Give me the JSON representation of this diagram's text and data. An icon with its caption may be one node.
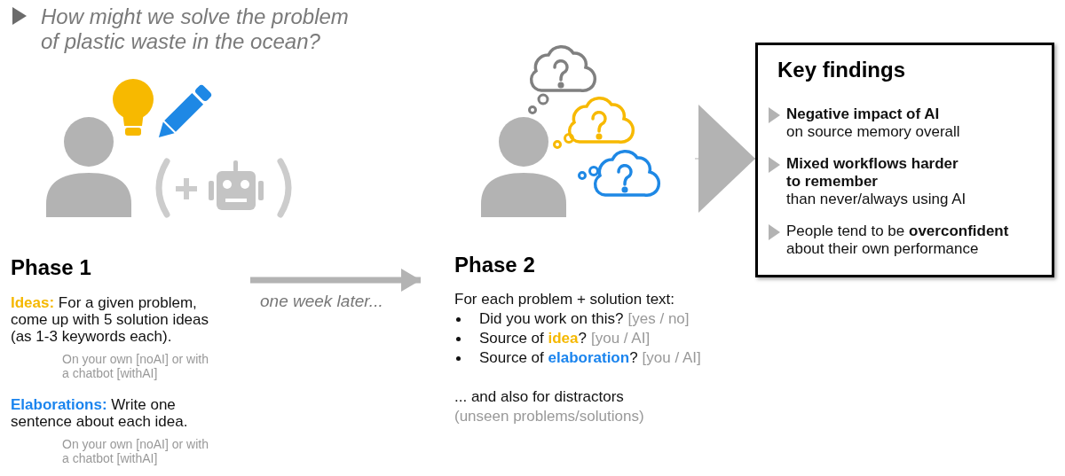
{
  "diagram": {
    "nodes": [
      {
        "text": [
          "Phase 1",
          "**Ideas:** For a given problem, come up with 5 solution ideas (as 1-3 keywords each).",
          "On your own [noAI] or with a chatbot [withAI]",
          "**Elaborations:** Write one sentence about each idea.",
          "On your own [noAI] or with a chatbot [withAI]"
        ]
      },
      {
        "text": [
          "Phase 2",
          "For each problem + solution text:",
          "Did you work on this?",
          "[yes / no]",
          "Source of **idea**?",
          "[you / AI]",
          "Source of **elaboration**?",
          "[you / AI]",
          "... and also for distractors",
          "(unseen problems/solutions)"
        ]
      },
      {
        "text": [
          "Key findings",
          "**Negative impact of AI** on source memory overall",
          "**Mixed workflows harder to remember** than never/always using AI",
          "People tend to be **overconfident** about their own performance"
        ]
      }
    ],
    "edges": [
      {
        "from": 0,
        "to": 1,
        "arrow": "to",
        "label": "one week later...",
        "style": "thick"
      },
      {
        "from": 1,
        "to": 2,
        "arrow": "to"
      }
    ],
    "labels": [
      "How might we solve the problem of plastic waste in the ocean?"
    ]
  }
}
